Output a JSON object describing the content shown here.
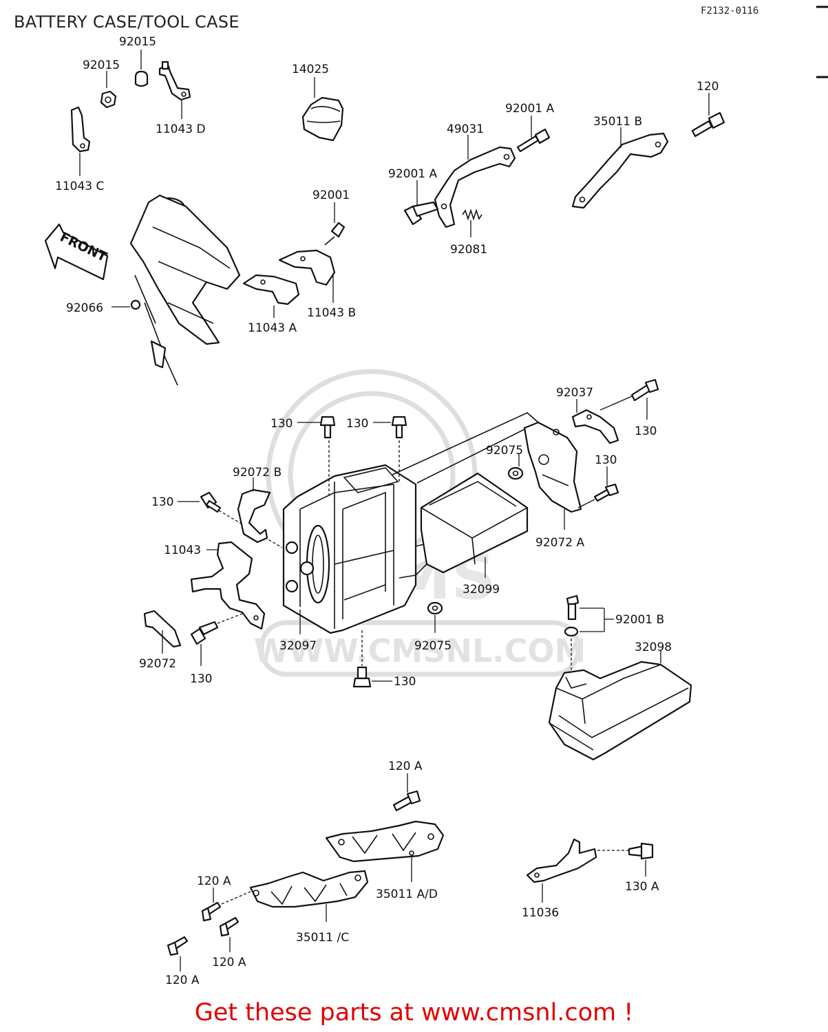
{
  "header": {
    "title": "BATTERY CASE/TOOL CASE",
    "ref": "F2132-0116"
  },
  "watermark": {
    "text": "WWW.CMSNL.COM",
    "logo": "CMS"
  },
  "footer": {
    "text": "Get these parts at www.cmsnl.com !",
    "color": "#e00000"
  },
  "direction_arrow": "FRONT",
  "labels": {
    "p92015a": "92015",
    "p92015b": "92015",
    "p11043d": "11043 D",
    "p11043c": "11043 C",
    "p14025": "14025",
    "p92001a_top": "92001 A",
    "p49031": "49031",
    "p92001a_left": "92001 A",
    "p92081": "92081",
    "p35011b": "35011 B",
    "p120": "120",
    "p92001": "92001",
    "p11043b": "11043 B",
    "p11043a": "11043 A",
    "p92066": "92066",
    "p92037": "92037",
    "p130_a": "130",
    "p130_b": "130",
    "p130_c": "130",
    "p92075_a": "92075",
    "p130_d": "130",
    "p92072b": "92072 B",
    "p130_e": "130",
    "p92072a": "92072 A",
    "p11043": "11043",
    "p32099": "32099",
    "p92001b": "92001 B",
    "p92072": "92072",
    "p32097": "32097",
    "p92075_b": "92075",
    "p32098": "32098",
    "p130_f": "130",
    "p130_g": "130",
    "p120a_top": "120 A",
    "p35011ad": "35011 A/D",
    "p120a_mid": "120 A",
    "p35011c": "35011 /C",
    "p11036": "11036",
    "p130a": "130 A",
    "p120a_low": "120 A",
    "p120a_bottom": "120 A"
  }
}
